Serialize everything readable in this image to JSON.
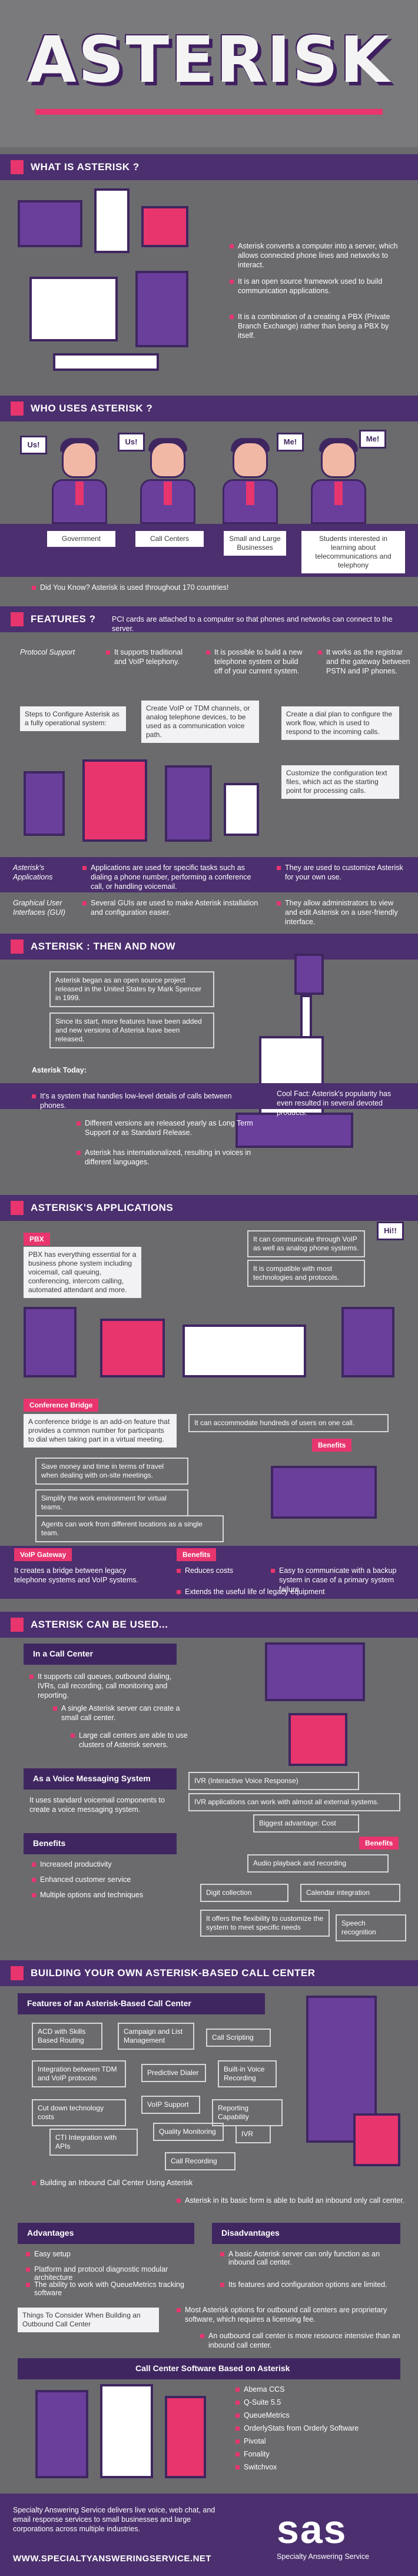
{
  "hero": {
    "title": "ASTERISK"
  },
  "sections": {
    "what": "WHAT IS ASTERISK ?",
    "who": "WHO USES ASTERISK ?",
    "features": "FEATURES ?",
    "then_now": "ASTERISK : THEN AND NOW",
    "apps": "ASTERISK'S APPLICATIONS",
    "used": "ASTERISK CAN BE USED...",
    "build": "BUILDING YOUR OWN ASTERISK-BASED CALL CENTER"
  },
  "what": {
    "bullets": [
      "Asterisk converts a computer into a server, which allows connected phone lines and networks to interact.",
      "It is an open source framework used to build communication applications.",
      "It is a combination of a creating a PBX (Private Branch Exchange) rather than being a PBX by itself."
    ]
  },
  "who": {
    "bubbles": [
      "Us!",
      "Us!",
      "Me!",
      "Me!"
    ],
    "groups": [
      "Government",
      "Call Centers",
      "Small and Large Businesses",
      "Students interested in learning about telecommunications and telephony"
    ],
    "note": "Did You Know? Asterisk is used throughout 170 countries!"
  },
  "features": {
    "intro": "PCI cards are attached to a computer so that phones and networks can connect to the server.",
    "protocol_label": "Protocol Support",
    "protocol": [
      "It supports traditional and VoIP telephony.",
      "It is possible to build a new telephone system or build off of your current system.",
      "It works as the registrar and the gateway between PSTN and IP phones."
    ],
    "steps": [
      "Steps to Configure Asterisk as a fully operational system:",
      "Create VoIP or TDM channels, or analog telephone devices, to be used as a communication voice path.",
      "Create a dial plan to configure the work flow, which is used to respond to the incoming calls.",
      "Customize the configuration text files, which act as the starting point for processing calls."
    ],
    "apps_label": "Asterisk's Applications",
    "apps": [
      "Applications are used for specific tasks such as dialing a phone number, performing a conference call, or handling voicemail.",
      "They are used to customize Asterisk for your own use."
    ],
    "gui_label": "Graphical User Interfaces (GUI)",
    "gui": [
      "Several GUIs are used to make Asterisk installation and configuration easier.",
      "They allow administrators to view and edit Asterisk on a user-friendly interface."
    ]
  },
  "then_now": {
    "boxes": [
      "Asterisk began as an open source project released in the United States by Mark Spencer in 1999.",
      "Since its start, more features have been added and new versions of Asterisk have been released."
    ],
    "today_label": "Asterisk Today:",
    "today": [
      "It's a system that handles low-level details of calls between phones.",
      "Different versions are released yearly as Long Term Support or as Standard Release.",
      "Asterisk has internationalized, resulting in voices in different languages."
    ],
    "cool_fact": "Cool Fact: Asterisk's popularity has even resulted in several devoted products."
  },
  "apps": {
    "pbx_label": "PBX",
    "pbx_text": "PBX has everything essential for a business phone system including voicemail, call queuing, conferencing, intercom calling, automated attendant and more.",
    "voip": [
      "It can communicate through VoIP as well as analog phone systems.",
      "It is compatible with most technologies and protocols."
    ],
    "hi": "Hi!!",
    "conf_label": "Conference Bridge",
    "conf_text": "A conference bridge is an add-on feature that provides a common number for participants to dial when taking part in a virtual meeting.",
    "conf_right": "It can accommodate hundreds of users on one call.",
    "benefits_label": "Benefits",
    "conf_benefits": [
      "Save money and time in terms of travel when dealing with on-site meetings.",
      "Simplify the work environment for virtual teams.",
      "Agents can work from different locations as a single team."
    ],
    "gateway_label": "VoIP Gateway",
    "gateway_text": "It creates a bridge between legacy telephone systems and VoIP systems.",
    "gateway_benefits": [
      "Reduces costs",
      "Easy to communicate with a backup system in case of a primary system failure",
      "Extends the useful life of legacy equipment"
    ]
  },
  "used": {
    "cc_label": "In a Call Center",
    "cc": [
      "It supports call queues, outbound dialing, IVRs, call recording, call monitoring and reporting.",
      "A single Asterisk server can create a small call center.",
      "Large call centers are able to use clusters of Asterisk servers."
    ],
    "vm_label": "As a Voice Messaging System",
    "vm_text": "It uses standard voicemail components to create a voice messaging system.",
    "ivr": [
      "IVR (Interactive Voice Response)",
      "IVR applications can work with almost all external systems.",
      "Biggest advantage: Cost"
    ],
    "benefits_label": "Benefits",
    "vm_benefits": [
      "Increased productivity",
      "Enhanced customer service",
      "Multiple options and techniques"
    ],
    "ivr_benefits": [
      "Audio playback and recording",
      "Digit collection",
      "Calendar integration",
      "It offers the flexibility to customize the system to meet specific needs",
      "Speech recognition"
    ]
  },
  "build": {
    "features_label": "Features of an Asterisk-Based Call Center",
    "features": [
      "ACD with Skills Based Routing",
      "Campaign and List Management",
      "Call Scripting",
      "Integration between TDM and VoIP protocols",
      "Predictive Dialer",
      "Built-in Voice Recording",
      "Cut down technology costs",
      "VoIP Support",
      "Reporting Capability",
      "CTI Integration with APIs",
      "Quality Monitoring",
      "IVR",
      "Call Recording"
    ],
    "inbound": [
      "Building an Inbound Call Center Using Asterisk",
      "Asterisk in its basic form is able to build an inbound only call center."
    ],
    "adv_label": "Advantages",
    "adv": [
      "Easy setup",
      "Platform and protocol diagnostic modular architecture",
      "The ability to work with QueueMetrics tracking software"
    ],
    "dis_label": "Disadvantages",
    "dis": [
      "A basic Asterisk server can only function as an inbound call center.",
      "Its features and configuration options are limited."
    ],
    "consider_label": "Things To Consider When Building an Outbound Call Center",
    "consider": [
      "Most Asterisk options for outbound call centers are proprietary software, which requires a licensing fee.",
      "An outbound call center is more resource intensive than an inbound call center."
    ],
    "software_label": "Call Center Software Based on Asterisk",
    "software": [
      "Abema CCS",
      "Q-Suite 5.5",
      "QueueMetrics",
      "OrderlyStats from Orderly Software",
      "Pivotal",
      "Fonality",
      "Switchvox"
    ]
  },
  "footer": {
    "text": "Specialty Answering Service delivers live voice, web chat, and email response services to small businesses and large corporations across multiple industries.",
    "url": "WWW.SPECIALTYANSWERINGSERVICE.NET",
    "logo": "sas",
    "logo_sub": "Specialty Answering Service"
  },
  "colors": {
    "accent": "#e8356d",
    "brand": "#4b2f6e",
    "background": "#6b6b6e"
  }
}
